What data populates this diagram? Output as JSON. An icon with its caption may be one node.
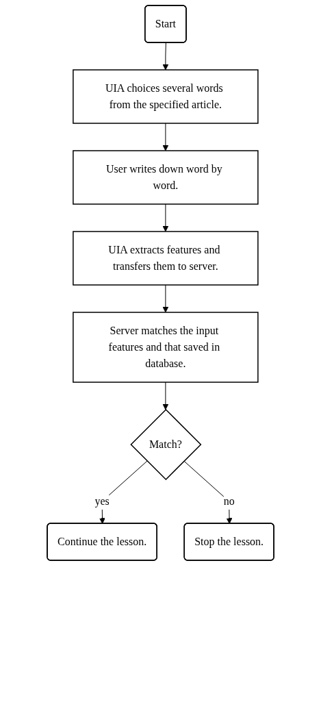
{
  "diagram": {
    "nodes": [
      {
        "text": [
          "Start"
        ]
      },
      {
        "text": [
          "UIA choices several words from the specified article."
        ]
      },
      {
        "text": [
          "User writes down word by word."
        ]
      },
      {
        "text": [
          "UIA extracts features and transfers them to server."
        ]
      },
      {
        "text": [
          "Server matches the input features and that saved in database."
        ]
      },
      {
        "text": [
          "Match?"
        ]
      },
      {
        "text": [
          "Continue the lesson."
        ]
      },
      {
        "text": [
          "Stop the lesson."
        ]
      }
    ],
    "edges": [
      {
        "from": 0,
        "to": 1,
        "arrow": "to"
      },
      {
        "from": 1,
        "to": 2,
        "arrow": "to"
      },
      {
        "from": 2,
        "to": 3,
        "arrow": "to"
      },
      {
        "from": 3,
        "to": 4,
        "arrow": "to"
      },
      {
        "from": 4,
        "to": 5,
        "arrow": "to"
      },
      {
        "from": 5,
        "to": 6,
        "arrow": "to",
        "label": "yes"
      },
      {
        "from": 5,
        "to": 7,
        "arrow": "to",
        "label": "no"
      }
    ]
  }
}
